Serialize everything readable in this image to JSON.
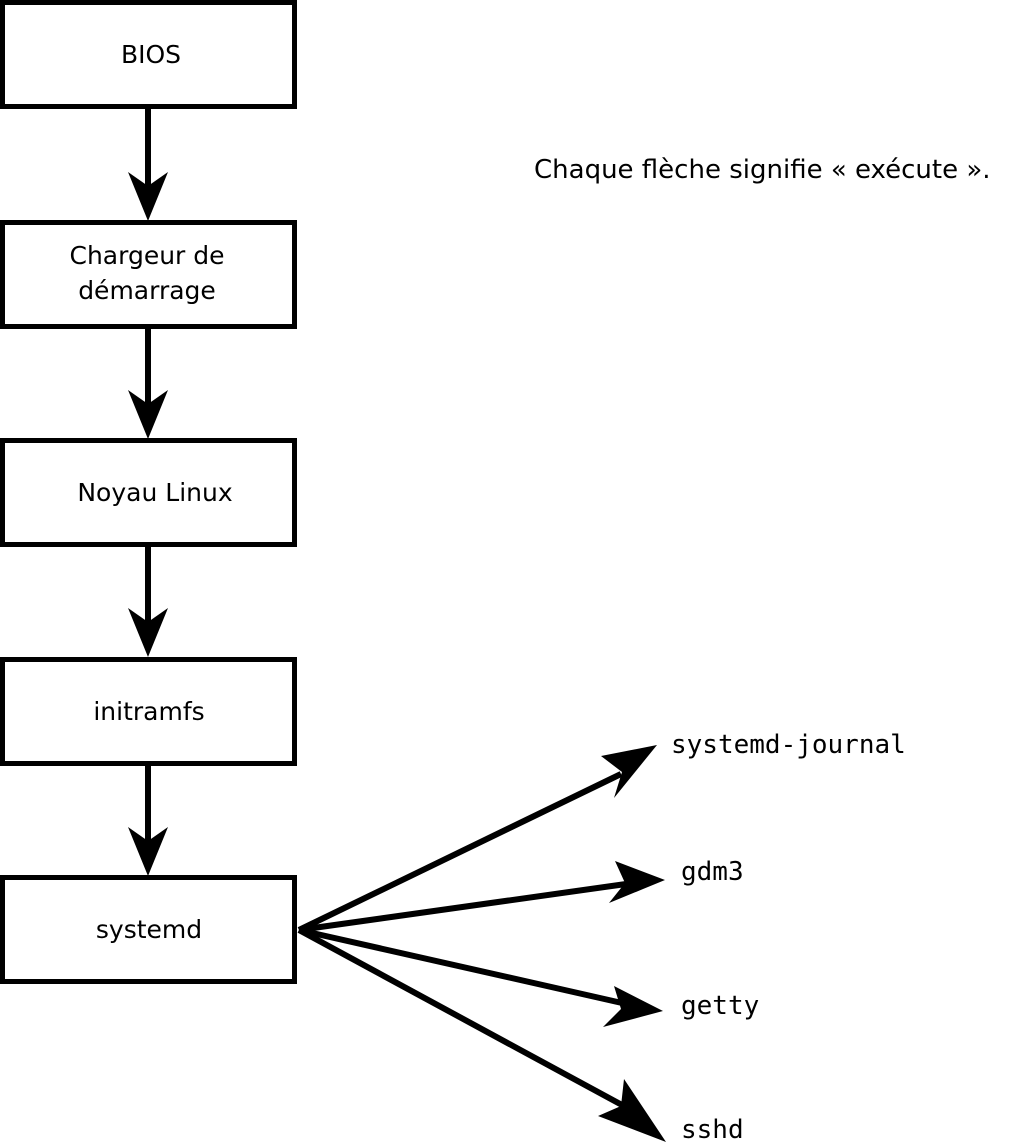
{
  "diagram": {
    "title_caption": "Chaque flèche signifie « exécute ».",
    "colors": {
      "stroke": "#000000",
      "fill": "#ffffff",
      "background": "#ffffff"
    },
    "boot_chain": [
      {
        "id": "bios",
        "label": "BIOS",
        "label_lines": [
          "BIOS"
        ]
      },
      {
        "id": "bootloader",
        "label": "Chargeur de démarrage",
        "label_lines": [
          "Chargeur de",
          "démarrage"
        ]
      },
      {
        "id": "kernel",
        "label": "Noyau Linux",
        "label_lines": [
          "Noyau Linux"
        ]
      },
      {
        "id": "initramfs",
        "label": "initramfs",
        "label_lines": [
          "initramfs"
        ]
      },
      {
        "id": "systemd",
        "label": "systemd",
        "label_lines": [
          "systemd"
        ]
      }
    ],
    "services": [
      {
        "id": "systemd-journal",
        "label": "systemd-journal"
      },
      {
        "id": "gdm3",
        "label": "gdm3"
      },
      {
        "id": "getty",
        "label": "getty"
      },
      {
        "id": "sshd",
        "label": "sshd"
      }
    ],
    "arrow_meaning": "exécute",
    "chain_arrow_count": 4,
    "fan_arrow_count": 4
  }
}
